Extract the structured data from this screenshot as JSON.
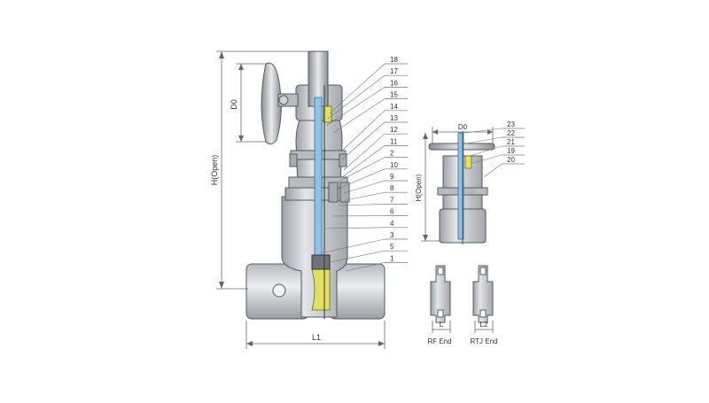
{
  "main_view": {
    "dim_height": "H(Open)",
    "dim_handwheel": "D0",
    "dim_length": "L1",
    "part_numbers": [
      "18",
      "17",
      "16",
      "15",
      "14",
      "13",
      "12",
      "11",
      "2",
      "10",
      "9",
      "8",
      "7",
      "6",
      "4",
      "3",
      "5",
      "1"
    ]
  },
  "gear_view": {
    "dim_height": "H(Open)",
    "dim_handwheel": "D0",
    "part_numbers": [
      "23",
      "22",
      "21",
      "19",
      "20"
    ]
  },
  "end_views": {
    "rf": {
      "dim": "L",
      "caption": "RF End"
    },
    "rtj": {
      "dim": "L2",
      "caption": "RTJ End"
    }
  },
  "colors": {
    "steel": "#c9cccf",
    "steel_dark": "#8e9296",
    "stem_blue": "#8fc3e6",
    "packing_yellow": "#e2e060",
    "outline": "#555a5e"
  }
}
